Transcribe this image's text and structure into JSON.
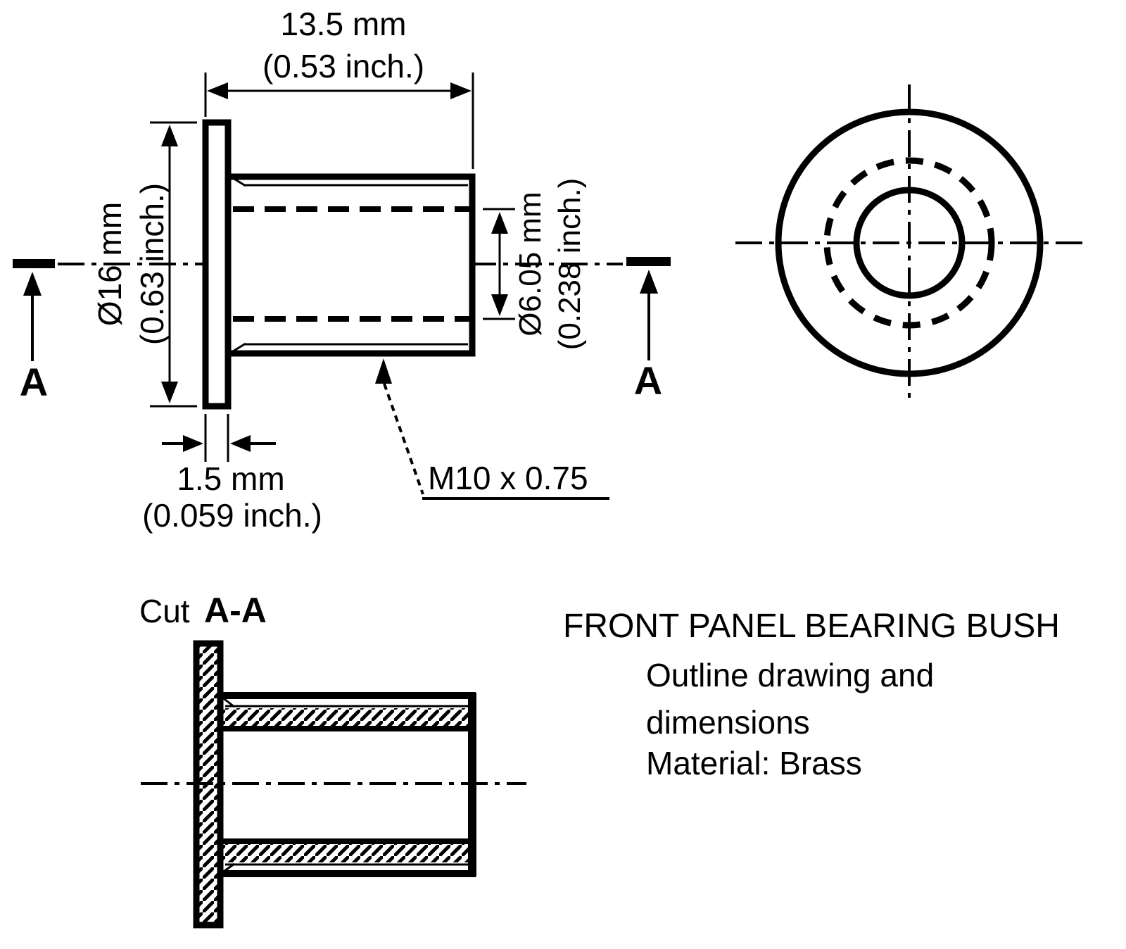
{
  "drawing": {
    "background_color": "#ffffff",
    "line_color": "#000000",
    "side_view": {
      "dim_length": {
        "mm": "13.5 mm",
        "inch": "(0.53 inch.)"
      },
      "dim_flange_diameter": {
        "mm": "Ø16 mm",
        "inch": "(0.63 inch.)"
      },
      "dim_bore_diameter": {
        "mm": "Ø6.05 mm",
        "inch": "(0.238 inch.)"
      },
      "dim_flange_thickness": {
        "mm": "1.5 mm",
        "inch": "(0.059 inch.)"
      },
      "thread_callout": "M10 x 0.75",
      "section_marker_left": "A",
      "section_marker_right": "A"
    },
    "section_view": {
      "label_prefix": "Cut",
      "label_section": "A-A"
    },
    "notes": {
      "title": "FRONT PANEL BEARING BUSH",
      "line1": "Outline drawing and",
      "line2": "dimensions",
      "line3": "Material: Brass"
    }
  }
}
